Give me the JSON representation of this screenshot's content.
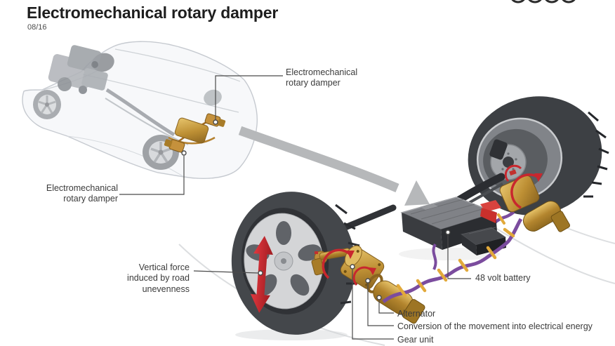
{
  "header": {
    "title": "Electromechanical rotary damper",
    "date": "08/16",
    "logo": "audi-four-rings-logo"
  },
  "annotations": {
    "damper_top": "Electromechanical\nrotary damper",
    "damper_left": "Electromechanical\nrotary damper",
    "vertical_force": "Vertical force\ninduced by road\nunevenness",
    "battery": "48 volt battery",
    "alternator": "Alternator",
    "conversion": "Conversion of the movement into electrical energy",
    "gear_unit": "Gear unit"
  },
  "colors": {
    "accent_red": "#c8272e",
    "component_bronze": "#c5913c",
    "cable_purple": "#7b4c9e",
    "clip_yellow": "#e2a93a",
    "leader_line": "#4a4a4a",
    "flow_arrow_gray": "#b6b8ba",
    "battery_gray": "#3a3c40"
  }
}
